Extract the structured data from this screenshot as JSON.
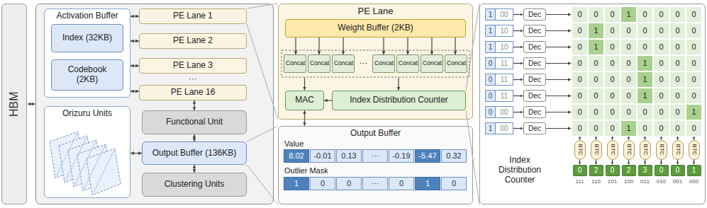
{
  "diagram": {
    "nodes": [
      {
        "text": [
          "HBM"
        ]
      },
      {
        "text": [
          "Activation Buffer"
        ]
      },
      {
        "text": [
          "Index (32KB)"
        ],
        "in": 1
      },
      {
        "text": [
          "Codebook (2KB)"
        ],
        "in": 1
      },
      {
        "text": [
          "PE Lane 1"
        ]
      },
      {
        "text": [
          "PE Lane 2"
        ]
      },
      {
        "text": [
          "PE Lane 3"
        ]
      },
      {
        "text": [
          "PE Lane 16"
        ]
      },
      {
        "text": [
          "Orizuru Units"
        ]
      },
      {
        "text": [
          "Functional Unit"
        ]
      },
      {
        "text": [
          "Output Buffer (136KB)"
        ]
      },
      {
        "text": [
          "Clustering Units"
        ]
      },
      {
        "text": [
          "PE Lane"
        ]
      },
      {
        "text": [
          "Weight Buffer (2KB)"
        ],
        "in": 12
      },
      {
        "text": [
          "Concat"
        ],
        "in": 12
      },
      {
        "text": [
          "Concat"
        ],
        "in": 12
      },
      {
        "text": [
          "Concat"
        ],
        "in": 12
      },
      {
        "text": [
          "Concat"
        ],
        "in": 12
      },
      {
        "text": [
          "Concat"
        ],
        "in": 12
      },
      {
        "text": [
          "Concat"
        ],
        "in": 12
      },
      {
        "text": [
          "Concat"
        ],
        "in": 12
      },
      {
        "text": [
          "MAC"
        ],
        "in": 12
      },
      {
        "text": [
          "Index Distribution Counter"
        ],
        "in": 12
      },
      {
        "text": [
          "Output Buffer"
        ]
      },
      {
        "text": [
          "Index Distribution Counter"
        ]
      },
      {
        "text": [
          "Dec"
        ],
        "in": 24
      },
      {
        "text": [
          "Dec"
        ],
        "in": 24
      },
      {
        "text": [
          "Dec"
        ],
        "in": 24
      },
      {
        "text": [
          "Dec"
        ],
        "in": 24
      },
      {
        "text": [
          "Dec"
        ],
        "in": 24
      },
      {
        "text": [
          "Dec"
        ],
        "in": 24
      },
      {
        "text": [
          "Dec"
        ],
        "in": 24
      },
      {
        "text": [
          "Dec"
        ],
        "in": 24
      },
      {
        "text": [
          "BTC"
        ],
        "in": 24
      },
      {
        "text": [
          "BTC"
        ],
        "in": 24
      },
      {
        "text": [
          "BTC"
        ],
        "in": 24
      },
      {
        "text": [
          "BTC"
        ],
        "in": 24
      },
      {
        "text": [
          "BTC"
        ],
        "in": 24
      },
      {
        "text": [
          "BTC"
        ],
        "in": 24
      },
      {
        "text": [
          "BTC"
        ],
        "in": 24
      },
      {
        "text": [
          "BTC"
        ],
        "in": 24
      }
    ],
    "edges": [
      {
        "from": 1,
        "to": 4,
        "arrow": "both"
      },
      {
        "from": 1,
        "to": 5,
        "arrow": "both"
      },
      {
        "from": 1,
        "to": 6,
        "arrow": "both"
      },
      {
        "from": 1,
        "to": 7,
        "arrow": "both"
      },
      {
        "from": 7,
        "to": 9,
        "arrow": "both"
      },
      {
        "from": 9,
        "to": 10,
        "arrow": "both"
      },
      {
        "from": 10,
        "to": 11,
        "arrow": "both"
      },
      {
        "from": 8,
        "to": 10,
        "arrow": "both"
      },
      {
        "from": 13,
        "to": 14,
        "arrow": "to"
      },
      {
        "from": 13,
        "to": 15,
        "arrow": "to"
      },
      {
        "from": 13,
        "to": 16,
        "arrow": "to"
      },
      {
        "from": 13,
        "to": 17,
        "arrow": "to"
      },
      {
        "from": 13,
        "to": 18,
        "arrow": "to"
      },
      {
        "from": 13,
        "to": 19,
        "arrow": "to"
      },
      {
        "from": 13,
        "to": 20,
        "arrow": "to"
      },
      {
        "from": 22,
        "to": 21,
        "arrow": "to"
      },
      {
        "from": 21,
        "to": 23,
        "arrow": "both"
      }
    ],
    "labels": [
      "···",
      "···",
      "Value",
      "8.02",
      "-0.01",
      "0.13",
      "···",
      "-0.19",
      "-5.47",
      "0.32",
      "Outlier Mask",
      "1",
      "0",
      "0",
      "···",
      "0",
      "1",
      "0",
      "1",
      "00",
      "1",
      "10",
      "1",
      "10",
      "0",
      "11",
      "0",
      "11",
      "0",
      "11",
      "0",
      "00",
      "1",
      "00",
      "0",
      "0",
      "0",
      "1",
      "0",
      "0",
      "0",
      "0",
      "0",
      "1",
      "0",
      "0",
      "0",
      "0",
      "0",
      "0",
      "0",
      "1",
      "0",
      "0",
      "0",
      "0",
      "0",
      "0",
      "0",
      "0",
      "0",
      "0",
      "1",
      "0",
      "0",
      "0",
      "0",
      "0",
      "0",
      "0",
      "1",
      "0",
      "0",
      "0",
      "0",
      "0",
      "0",
      "0",
      "1",
      "0",
      "0",
      "0",
      "0",
      "0",
      "0",
      "0",
      "0",
      "0",
      "0",
      "1",
      "0",
      "0",
      "0",
      "1",
      "0",
      "0",
      "0",
      "0",
      "0",
      "2",
      "0",
      "2",
      "3",
      "0",
      "0",
      "1",
      "111",
      "110",
      "101",
      "100",
      "011",
      "010",
      "001",
      "000"
    ]
  }
}
